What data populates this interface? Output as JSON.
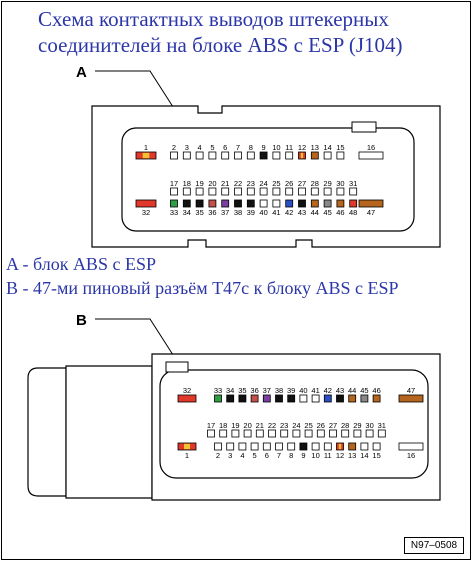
{
  "title": "Схема контактных выводов штекерных соединителей на блоке ABS с ESP (J104)",
  "captions": {
    "a": "A - блок ABS с ESP",
    "b": "B - 47-ми пиновый разъём T47c к блоку ABS с ESP"
  },
  "view_labels": {
    "a": "A",
    "b": "B"
  },
  "reference": "N97–0508",
  "pin_labels": [
    "1",
    "2",
    "3",
    "4",
    "5",
    "6",
    "7",
    "8",
    "9",
    "10",
    "11",
    "12",
    "13",
    "14",
    "15",
    "16",
    "17",
    "18",
    "19",
    "20",
    "21",
    "22",
    "23",
    "24",
    "25",
    "26",
    "27",
    "28",
    "29",
    "30",
    "31",
    "32",
    "33",
    "34",
    "35",
    "36",
    "37",
    "38",
    "39",
    "40",
    "41",
    "42",
    "43",
    "44",
    "45",
    "46",
    "47",
    "48"
  ],
  "pin_colors": {
    "1": "#e0392b",
    "9": "#111111",
    "12": "#e0392b",
    "13": "#b5651d",
    "32": "#e0392b",
    "33": "#2e9e44",
    "34": "#111111",
    "35": "#111111",
    "36": "#c4504a",
    "37": "#7a3fa0",
    "38": "#111111",
    "39": "#111111",
    "42": "#2b4fc4",
    "43": "#111111",
    "44": "#b5651d",
    "45": "#888888",
    "46": "#b5651d",
    "47": "#b5651d",
    "48": "#e0392b"
  },
  "pin_stripe": {
    "1": "#f2c230",
    "12": "#f2c230"
  },
  "colors": {
    "caption": "#2b36a8",
    "outline": "#000000"
  }
}
